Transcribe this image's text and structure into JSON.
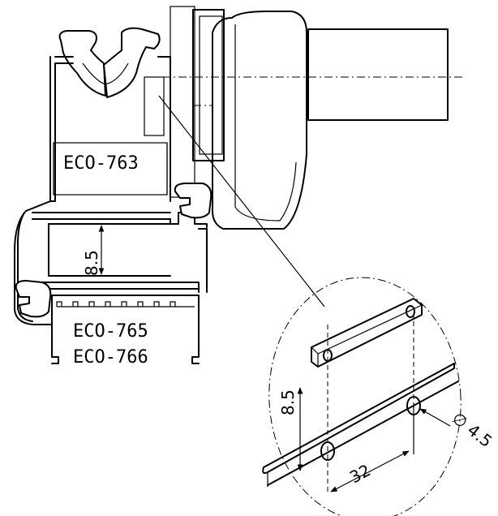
{
  "profile_labels": {
    "top": "ECO-763",
    "bottom_1": "ECO-765",
    "bottom_2": "ECO-766"
  },
  "dimensions": {
    "channel_height": "8.5",
    "detail_height": "8.5",
    "hole_spacing": "32",
    "hole_diameter": "∅ 4.5"
  }
}
